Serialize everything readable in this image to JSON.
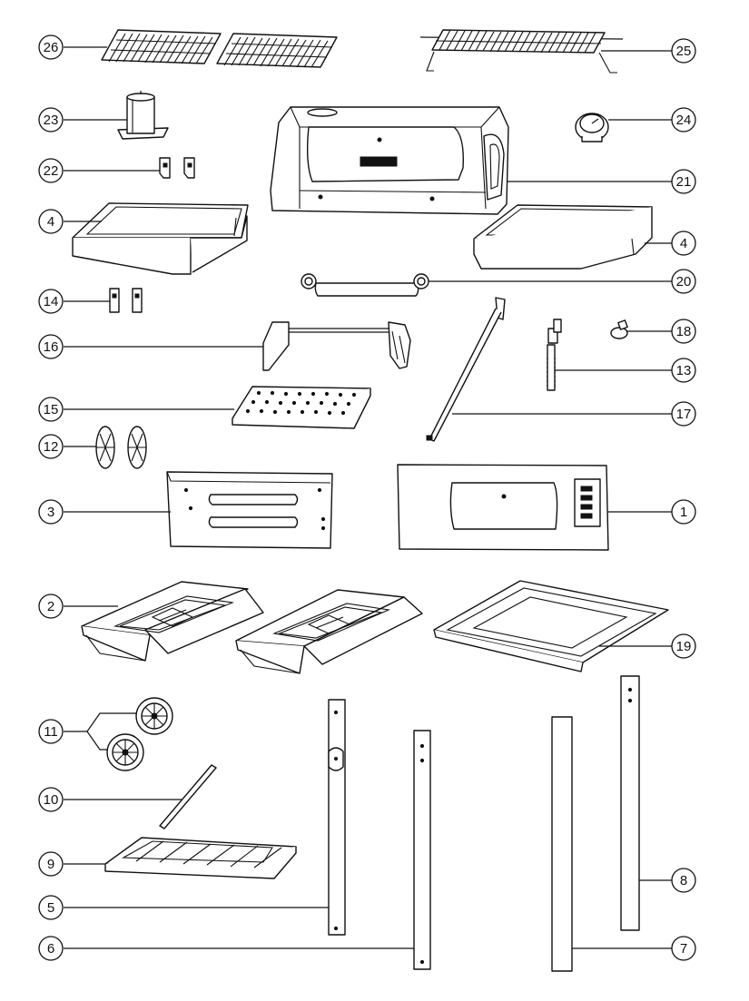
{
  "diagram": {
    "type": "exploded-parts-diagram",
    "callouts": [
      {
        "id": "26",
        "label": "26"
      },
      {
        "id": "25",
        "label": "25"
      },
      {
        "id": "23",
        "label": "23"
      },
      {
        "id": "24",
        "label": "24"
      },
      {
        "id": "22",
        "label": "22"
      },
      {
        "id": "21",
        "label": "21"
      },
      {
        "id": "4a",
        "label": "4"
      },
      {
        "id": "4b",
        "label": "4"
      },
      {
        "id": "20",
        "label": "20"
      },
      {
        "id": "14",
        "label": "14"
      },
      {
        "id": "18",
        "label": "18"
      },
      {
        "id": "16",
        "label": "16"
      },
      {
        "id": "13",
        "label": "13"
      },
      {
        "id": "15",
        "label": "15"
      },
      {
        "id": "17",
        "label": "17"
      },
      {
        "id": "12",
        "label": "12"
      },
      {
        "id": "3",
        "label": "3"
      },
      {
        "id": "1",
        "label": "1"
      },
      {
        "id": "2",
        "label": "2"
      },
      {
        "id": "19",
        "label": "19"
      },
      {
        "id": "11",
        "label": "11"
      },
      {
        "id": "10",
        "label": "10"
      },
      {
        "id": "8",
        "label": "8"
      },
      {
        "id": "9",
        "label": "9"
      },
      {
        "id": "5",
        "label": "5"
      },
      {
        "id": "6",
        "label": "6"
      },
      {
        "id": "7",
        "label": "7"
      }
    ]
  }
}
